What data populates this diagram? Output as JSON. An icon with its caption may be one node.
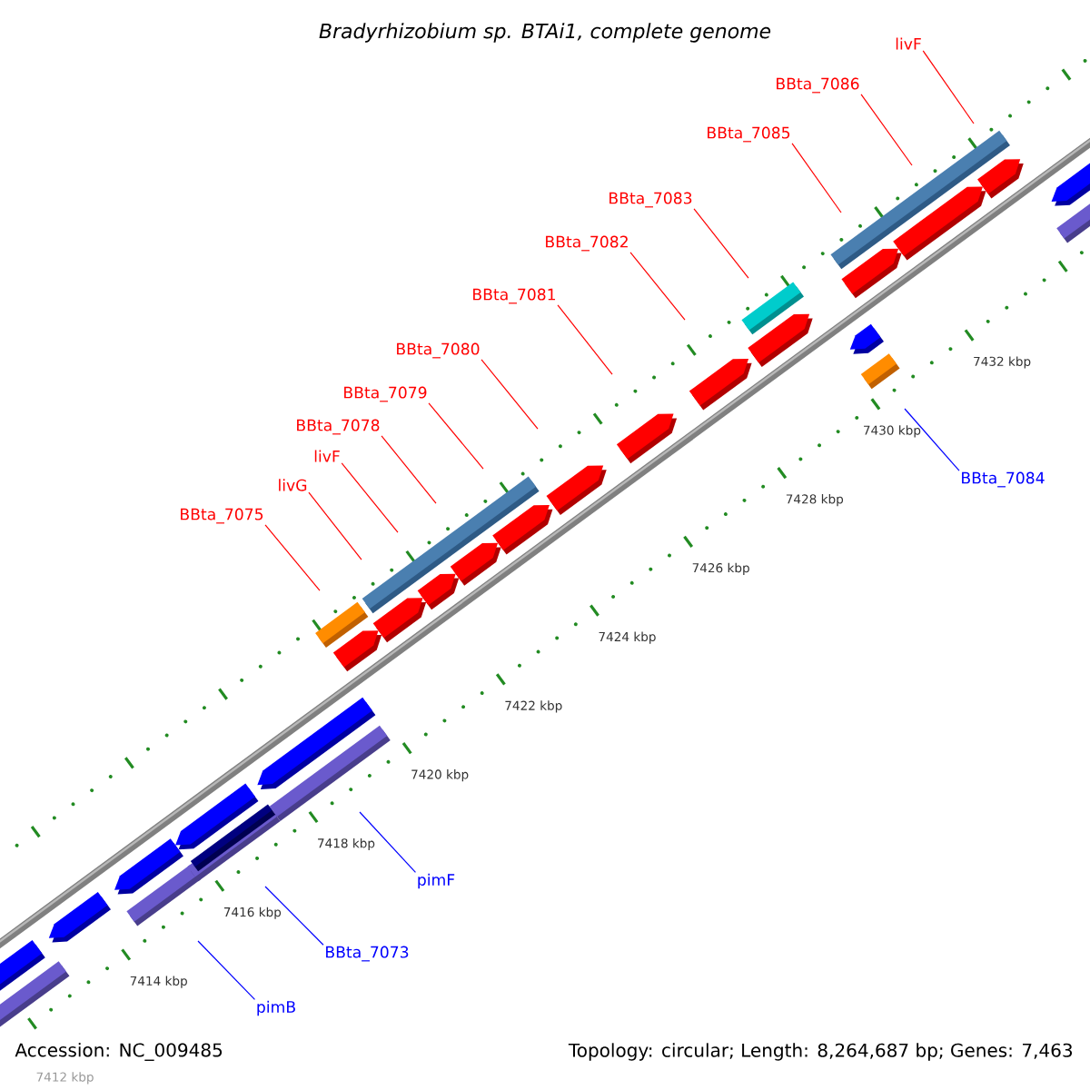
{
  "diagram": {
    "title": "Bradyrhizobium sp. BTAi1, complete genome",
    "nodes": [
      {
        "text": [
          "livF"
        ]
      },
      {
        "text": [
          "BBta_7086"
        ]
      },
      {
        "text": [
          "BBta_7085"
        ]
      },
      {
        "text": [
          "BBta_7083"
        ]
      },
      {
        "text": [
          "BBta_7082"
        ]
      },
      {
        "text": [
          "BBta_7081"
        ]
      },
      {
        "text": [
          "BBta_7080"
        ]
      },
      {
        "text": [
          "BBta_7079"
        ]
      },
      {
        "text": [
          "BBta_7078"
        ]
      },
      {
        "text": [
          "livF"
        ]
      },
      {
        "text": [
          "BBta_7084"
        ]
      },
      {
        "text": [
          "livG"
        ]
      },
      {
        "text": [
          "BBta_7075"
        ]
      },
      {
        "text": [
          "pimF"
        ]
      },
      {
        "text": [
          "BBta_7073"
        ]
      },
      {
        "text": [
          "pimB"
        ]
      }
    ],
    "edges": [
      {
        "from": 0,
        "to": null,
        "arrow": "none"
      },
      {
        "from": 1,
        "to": null,
        "arrow": "none"
      },
      {
        "from": 2,
        "to": null,
        "arrow": "none"
      },
      {
        "from": 3,
        "to": null,
        "arrow": "none"
      },
      {
        "from": 4,
        "to": null,
        "arrow": "none"
      },
      {
        "from": 5,
        "to": null,
        "arrow": "none"
      },
      {
        "from": 6,
        "to": null,
        "arrow": "none"
      },
      {
        "from": 7,
        "to": null,
        "arrow": "none"
      },
      {
        "from": 8,
        "to": null,
        "arrow": "none"
      },
      {
        "from": 9,
        "to": null,
        "arrow": "none"
      },
      {
        "from": 10,
        "to": null,
        "arrow": "none",
        "color": "#0000ff"
      },
      {
        "from": 11,
        "to": null,
        "arrow": "none"
      },
      {
        "from": 12,
        "to": null,
        "arrow": "none"
      },
      {
        "from": 13,
        "to": null,
        "arrow": "none",
        "color": "#0000ff"
      },
      {
        "from": 14,
        "to": null,
        "arrow": "none",
        "color": "#0000ff"
      },
      {
        "from": 15,
        "to": null,
        "arrow": "none",
        "color": "#0000ff"
      }
    ],
    "labels": [
      "7432 kbp",
      "7430 kbp",
      "7428 kbp",
      "7426 kbp",
      "7424 kbp",
      "7422 kbp",
      "7420 kbp",
      "7418 kbp",
      "7416 kbp",
      "7414 kbp",
      "Accession: NC_009485",
      "Topology: circular; Length: 8,264,687 bp; Genes: 7,463",
      "7412 kbp"
    ]
  }
}
